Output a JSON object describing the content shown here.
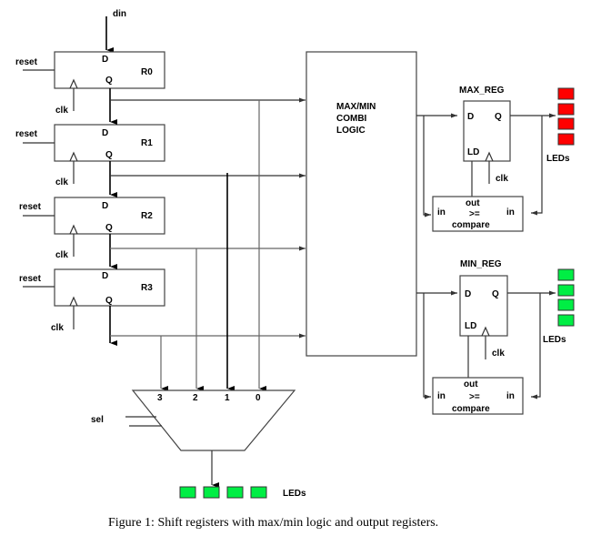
{
  "diagram": {
    "input_label": "din",
    "shift_registers": [
      {
        "name": "R0",
        "d": "D",
        "q": "Q",
        "reset": "reset",
        "clk": "clk"
      },
      {
        "name": "R1",
        "d": "D",
        "q": "Q",
        "reset": "reset",
        "clk": "clk"
      },
      {
        "name": "R2",
        "d": "D",
        "q": "Q",
        "reset": "reset",
        "clk": "clk"
      },
      {
        "name": "R3",
        "d": "D",
        "q": "Q",
        "reset": "reset",
        "clk": "clk"
      }
    ],
    "combi_logic": {
      "line1": "MAX/MIN",
      "line2": "COMBI",
      "line3": "LOGIC"
    },
    "max_reg": {
      "title": "MAX_REG",
      "d": "D",
      "q": "Q",
      "ld": "LD",
      "clk": "clk",
      "compare": {
        "out": "out",
        "op": ">=",
        "name": "compare",
        "in_left": "in",
        "in_right": "in"
      },
      "leds_label": "LEDs",
      "led_color": "#ff0000",
      "led_count": 4
    },
    "min_reg": {
      "title": "MIN_REG",
      "d": "D",
      "q": "Q",
      "ld": "LD",
      "clk": "clk",
      "compare": {
        "out": "out",
        "op": ">=",
        "name": "compare",
        "in_left": "in",
        "in_right": "in"
      },
      "leds_label": "LEDs",
      "led_color": "#00ee44",
      "led_count": 4
    },
    "mux": {
      "inputs": [
        "3",
        "2",
        "1",
        "0"
      ],
      "sel_label": "sel",
      "leds_label": "LEDs",
      "led_color": "#00ee44",
      "led_count": 4
    },
    "caption": "Figure 1: Shift registers with max/min logic and output registers."
  }
}
